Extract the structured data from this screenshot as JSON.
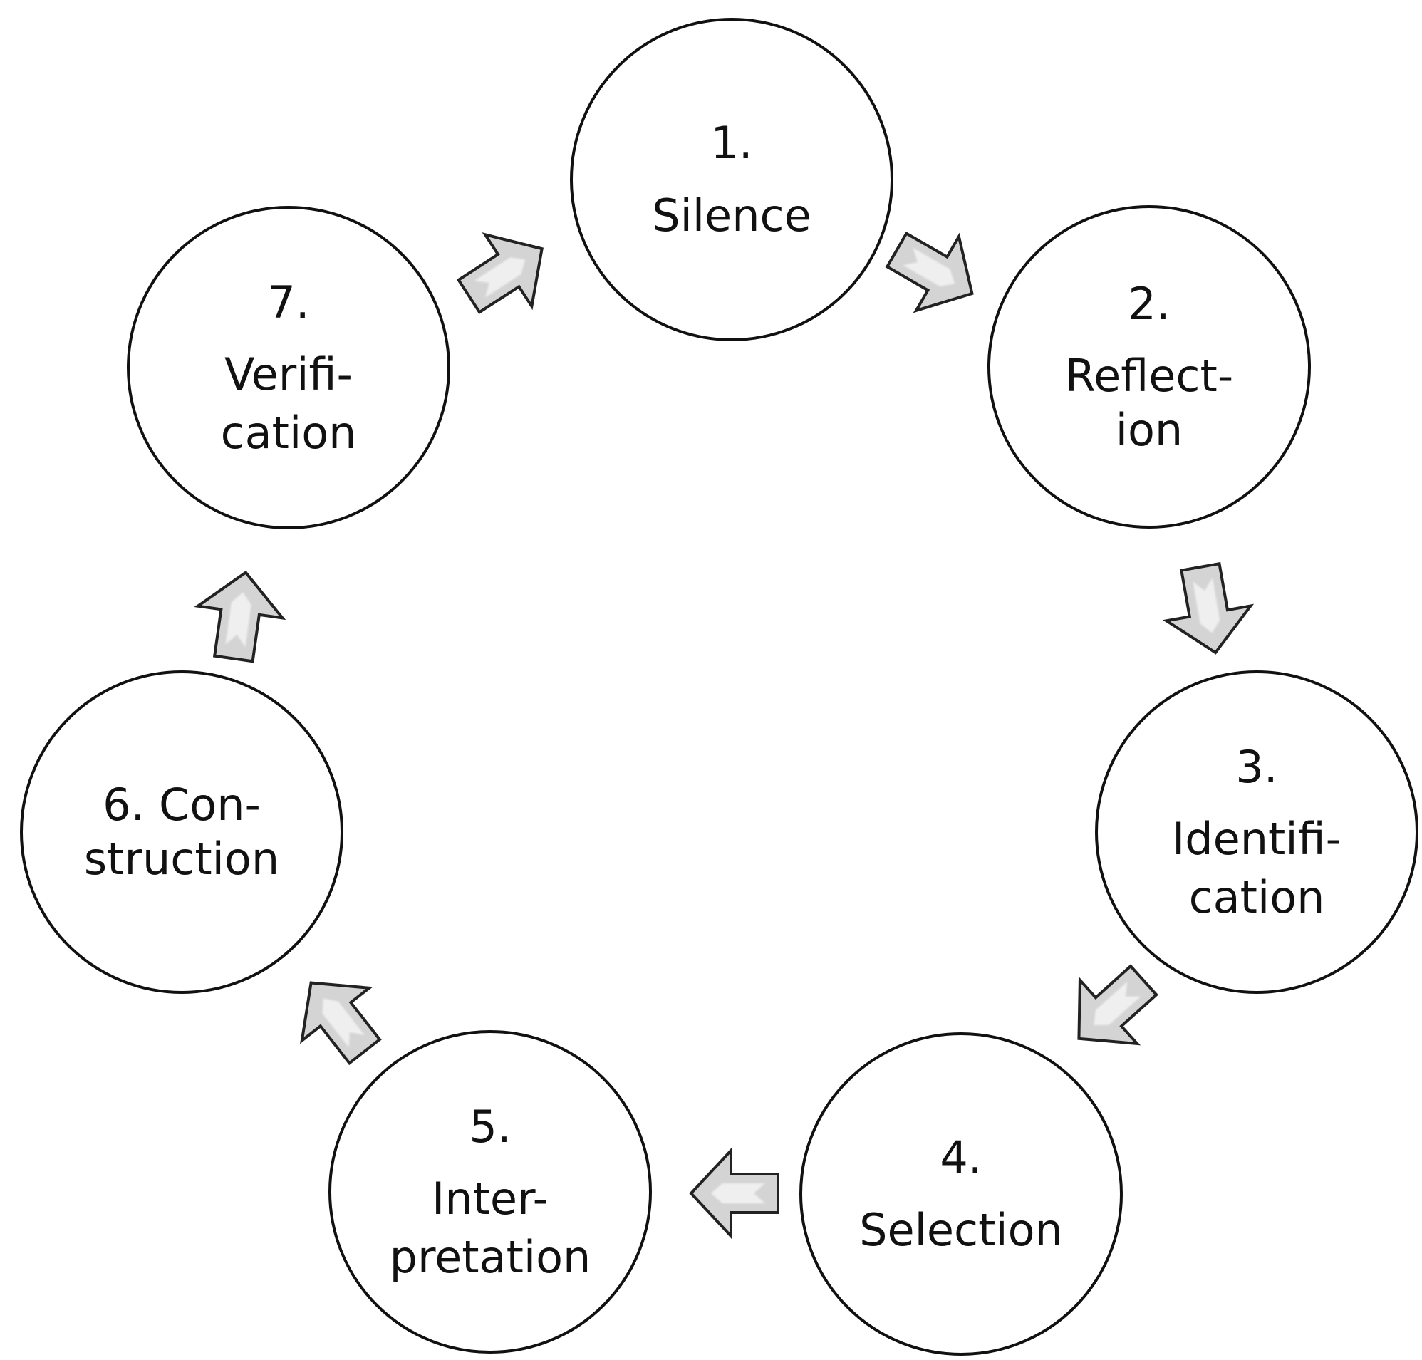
{
  "steps": [
    {
      "id": "silence",
      "lines": [
        "1.",
        "Silence"
      ]
    },
    {
      "id": "reflection",
      "lines": [
        "2.",
        "Reflect-",
        "ion"
      ]
    },
    {
      "id": "identification",
      "lines": [
        "3.",
        "Identifi-",
        "cation"
      ]
    },
    {
      "id": "selection",
      "lines": [
        "4.",
        "Selection"
      ]
    },
    {
      "id": "interpretation",
      "lines": [
        "5.",
        "Inter-",
        "pretation"
      ]
    },
    {
      "id": "construction",
      "lines": [
        "6. Con-",
        "struction"
      ]
    },
    {
      "id": "verification",
      "lines": [
        "7.",
        "Verifi-",
        "cation"
      ]
    }
  ],
  "colors": {
    "circle_border": "#111111",
    "circle_fill": "#ffffff",
    "arrow_fill": "#d4d4d4",
    "arrow_highlight": "#f4f4f4",
    "arrow_border": "#222222",
    "text": "#111111"
  },
  "arrow_icon": "block-arrow-icon",
  "flow": "clockwise"
}
